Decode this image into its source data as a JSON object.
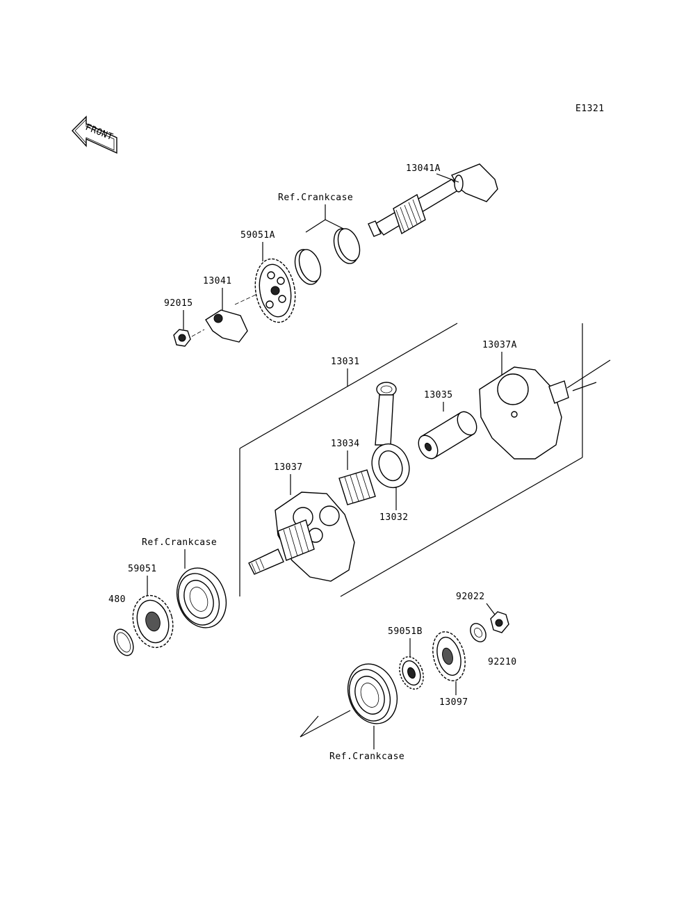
{
  "diagram_code": "E1321",
  "front_label": "FRONT",
  "parts": {
    "p13041A": "13041A",
    "ref_crankcase_top": "Ref.Crankcase",
    "p59051A": "59051A",
    "p13041": "13041",
    "p92015": "92015",
    "p13031": "13031",
    "p13037A": "13037A",
    "p13035": "13035",
    "p13034": "13034",
    "p13037": "13037",
    "p13032": "13032",
    "ref_crankcase_left": "Ref.Crankcase",
    "p59051": "59051",
    "p480": "480",
    "p92022": "92022",
    "p59051B": "59051B",
    "p92210": "92210",
    "p13097": "13097",
    "ref_crankcase_bottom": "Ref.Crankcase"
  }
}
